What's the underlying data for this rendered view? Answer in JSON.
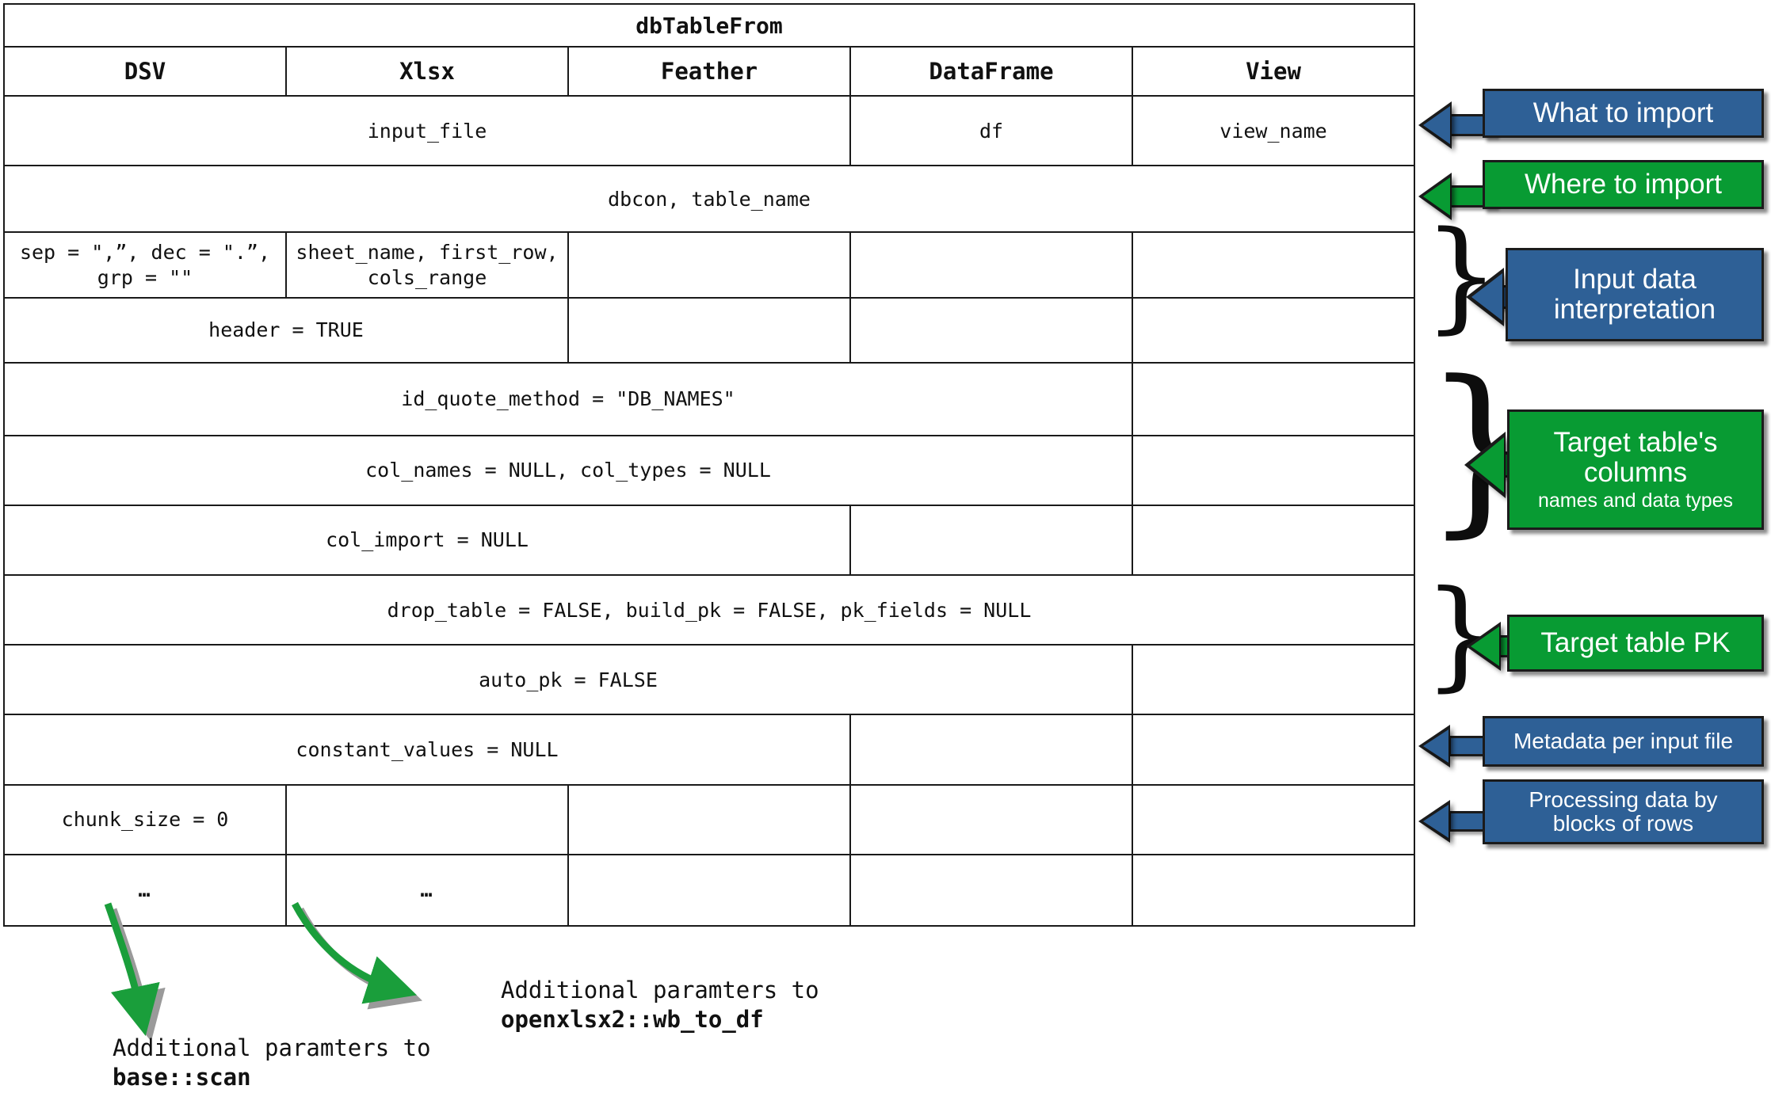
{
  "diagram": {
    "title": "dbTableFrom",
    "accent_blue": "#2E6096",
    "accent_green": "#089B33",
    "disabled_gray": "#808080"
  },
  "table": {
    "title": "dbTableFrom",
    "columns": [
      "DSV",
      "Xlsx",
      "Feather",
      "DataFrame",
      "View"
    ],
    "rows": [
      {
        "id": "what-to-import",
        "cells": [
          {
            "text": "input_file",
            "span": 3,
            "state": "active"
          },
          {
            "text": "df",
            "span": 1,
            "state": "active"
          },
          {
            "text": "view_name",
            "span": 1,
            "state": "active"
          }
        ]
      },
      {
        "id": "where-to-import",
        "cells": [
          {
            "text": "dbcon, table_name",
            "span": 5,
            "state": "active"
          }
        ]
      },
      {
        "id": "dsv-xlsx-specific",
        "cells": [
          {
            "text": "sep = \",”, dec = \".”,\ngrp = \"\"",
            "span": 1,
            "state": "active"
          },
          {
            "text": "sheet_name, first_row,\ncols_range",
            "span": 1,
            "state": "active"
          },
          {
            "text": "",
            "span": 1,
            "state": "disabled"
          },
          {
            "text": "",
            "span": 1,
            "state": "disabled"
          },
          {
            "text": "",
            "span": 1,
            "state": "disabled"
          }
        ]
      },
      {
        "id": "header",
        "cells": [
          {
            "text": "header = TRUE",
            "span": 2,
            "state": "active"
          },
          {
            "text": "",
            "span": 1,
            "state": "disabled"
          },
          {
            "text": "",
            "span": 1,
            "state": "disabled"
          },
          {
            "text": "",
            "span": 1,
            "state": "disabled"
          }
        ]
      },
      {
        "id": "id-quote-method",
        "cells": [
          {
            "text": "id_quote_method = \"DB_NAMES\"",
            "span": 4,
            "state": "active"
          },
          {
            "text": "",
            "span": 1,
            "state": "disabled"
          }
        ]
      },
      {
        "id": "col-names-types",
        "cells": [
          {
            "text": "col_names = NULL, col_types = NULL",
            "span": 4,
            "state": "active"
          },
          {
            "text": "",
            "span": 1,
            "state": "disabled"
          }
        ]
      },
      {
        "id": "col-import",
        "cells": [
          {
            "text": "col_import = NULL",
            "span": 3,
            "state": "active"
          },
          {
            "text": "",
            "span": 1,
            "state": "disabled"
          },
          {
            "text": "",
            "span": 1,
            "state": "disabled"
          }
        ]
      },
      {
        "id": "drop-table-build-pk",
        "cells": [
          {
            "text": "drop_table = FALSE, build_pk = FALSE, pk_fields = NULL",
            "span": 5,
            "state": "active"
          }
        ]
      },
      {
        "id": "auto-pk",
        "cells": [
          {
            "text": "auto_pk = FALSE",
            "span": 4,
            "state": "active"
          },
          {
            "text": "",
            "span": 1,
            "state": "disabled"
          }
        ]
      },
      {
        "id": "constant-values",
        "cells": [
          {
            "text": "constant_values = NULL",
            "span": 3,
            "state": "active"
          },
          {
            "text": "",
            "span": 1,
            "state": "disabled"
          },
          {
            "text": "",
            "span": 1,
            "state": "disabled"
          }
        ]
      },
      {
        "id": "chunk-size",
        "cells": [
          {
            "text": "chunk_size = 0",
            "span": 1,
            "state": "active"
          },
          {
            "text": "",
            "span": 1,
            "state": "disabled"
          },
          {
            "text": "",
            "span": 1,
            "state": "disabled"
          },
          {
            "text": "",
            "span": 1,
            "state": "disabled"
          },
          {
            "text": "",
            "span": 1,
            "state": "disabled"
          }
        ]
      },
      {
        "id": "ellipsis",
        "cells": [
          {
            "text": "…",
            "span": 1,
            "state": "ellipsis"
          },
          {
            "text": "…",
            "span": 1,
            "state": "ellipsis"
          },
          {
            "text": "",
            "span": 1,
            "state": "disabled"
          },
          {
            "text": "",
            "span": 1,
            "state": "disabled"
          },
          {
            "text": "",
            "span": 1,
            "state": "disabled"
          }
        ]
      }
    ]
  },
  "callouts": [
    {
      "id": "what-to-import",
      "main": "What to import",
      "sub": "",
      "color": "blue"
    },
    {
      "id": "where-to-import",
      "main": "Where to import",
      "sub": "",
      "color": "green"
    },
    {
      "id": "input-data",
      "main": "Input data\ninterpretation",
      "sub": "",
      "color": "blue"
    },
    {
      "id": "target-columns",
      "main": "Target table's\ncolumns",
      "sub": "names and data types",
      "color": "green"
    },
    {
      "id": "target-pk",
      "main": "Target table PK",
      "sub": "",
      "color": "green"
    },
    {
      "id": "metadata",
      "main": "Metadata per input file",
      "sub": "",
      "color": "blue"
    },
    {
      "id": "processing",
      "main": "Processing data by\nblocks of rows",
      "sub": "",
      "color": "blue"
    }
  ],
  "notes": [
    {
      "id": "scan-note",
      "line1": "Additional paramters to",
      "line2": "base::scan"
    },
    {
      "id": "xlsx-note",
      "line1": "Additional paramters to",
      "line2": "openxlsx2::wb_to_df"
    }
  ]
}
